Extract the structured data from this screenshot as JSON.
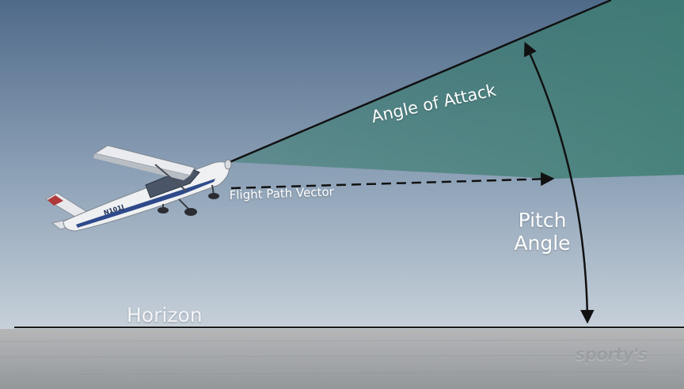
{
  "labels": {
    "angle_of_attack": "Angle of Attack",
    "flight_path_vector": "Flight Path Vector",
    "pitch_line1": "Pitch",
    "pitch_line2": "Angle",
    "horizon": "Horizon",
    "brand": "sporty's",
    "tail_number": "N101J"
  },
  "colors": {
    "sky_top": "#4f6a89",
    "sky_bottom": "#c2cdd6",
    "ground": "#a4a6a8",
    "angle_fill": "#3d7d72",
    "line": "#111111",
    "text": "#ffffff"
  }
}
